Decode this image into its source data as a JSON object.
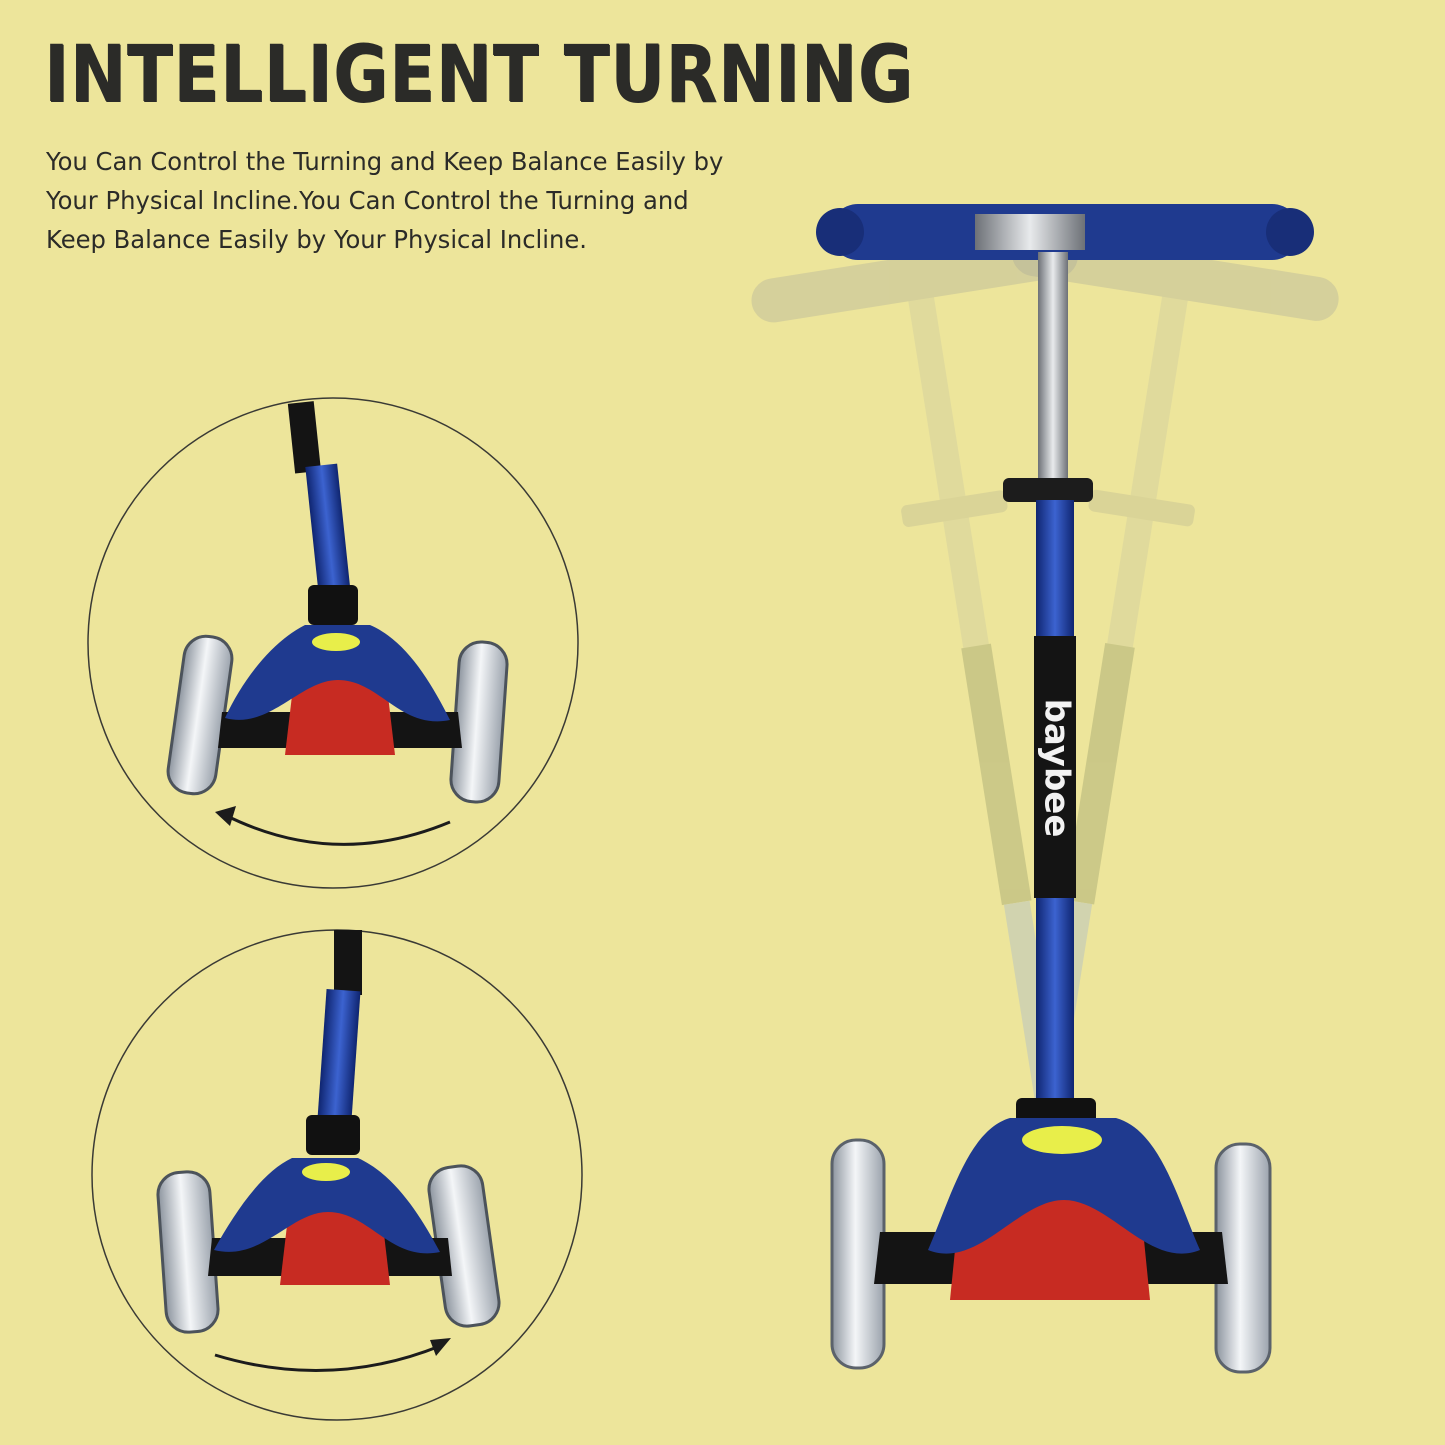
{
  "headline": "INTELLIGENT TURNING",
  "description": "You Can Control the Turning and Keep Balance Easily by Your Physical Incline.You Can Control the Turning and Keep Balance Easily by Your Physical Incline.",
  "brand_label": "baybee",
  "colors": {
    "background": "#ede59b",
    "text": "#2b2b28",
    "scooter_blue": "#1f3a8f",
    "deck_red": "#c72b22",
    "wheel": "#dfe4ea"
  },
  "icons": [
    "arrow-left-curve-icon",
    "arrow-right-curve-icon"
  ]
}
